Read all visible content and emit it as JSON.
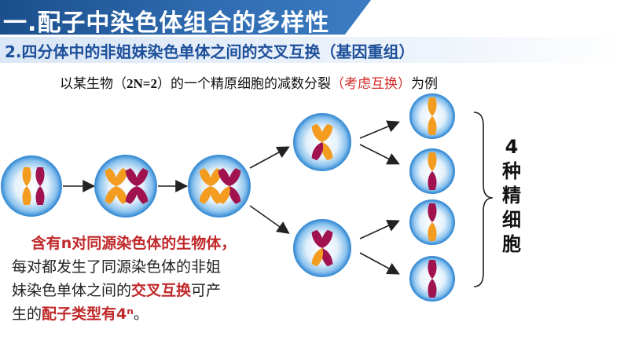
{
  "header": {
    "title": "一.配子中染色体组合的多样性",
    "subtitle": "2.四分体中的非姐妹染色单体之间的交叉互换（基因重组）"
  },
  "example": {
    "prefix": "以某生物（",
    "formula": "2N=2",
    "mid": "）的一个精原细胞的减数分裂",
    "highlight": "（考虑互换）",
    "suffix": "为例"
  },
  "side_label": {
    "chars": [
      "4",
      "种",
      "精",
      "细",
      "胞"
    ]
  },
  "note": {
    "line1": "含有n对同源染色体的生物体，",
    "line2": "每对都发生了同源染色体的非姐",
    "line3a": "妹染色单体之间的",
    "line3b": "交叉互换",
    "line3c": "可产",
    "line4a": "生的",
    "line4b": "配子类型有4ⁿ",
    "line4c": "。"
  },
  "colors": {
    "orange": "#f39c1f",
    "maroon": "#a0134f",
    "cell_blue": "#3d8fd6",
    "title_blue": "#1b4f8c",
    "red_text": "#c0282a"
  }
}
